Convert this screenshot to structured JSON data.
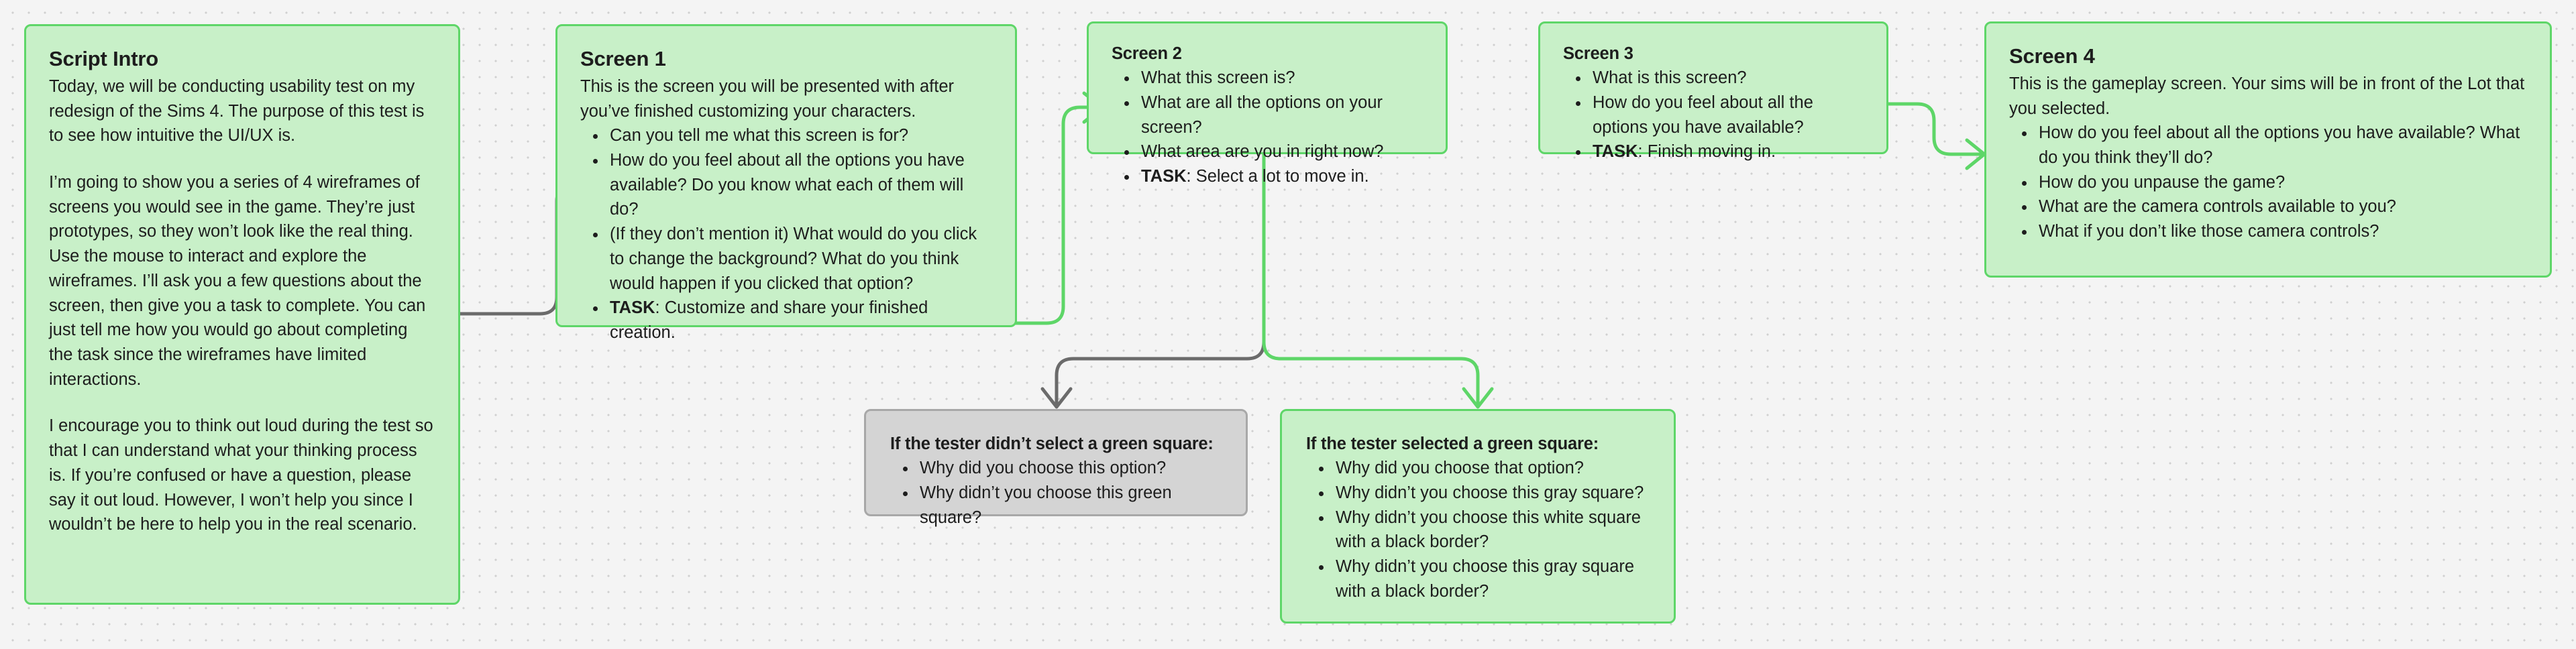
{
  "canvas": {
    "background_color": "#f4f4f4",
    "dot_color": "#d0d0d0"
  },
  "colors": {
    "green_fill": "#c8f0c8",
    "green_border": "#5ed668",
    "gray_fill": "#d4d4d4",
    "gray_border": "#a8a8a8",
    "text": "#1d1d1d",
    "connector_gray": "#6b6b6b",
    "connector_green": "#5ed668"
  },
  "nodes": {
    "script_intro": {
      "title": "Script Intro",
      "paragraph1": "Today, we will be conducting usability test on my redesign of the Sims 4. The purpose of this test is to see how intuitive the UI/UX is.",
      "paragraph2": "I’m going to show you a series of 4 wireframes of screens you would see in the game. They’re just prototypes, so they won’t look like the real thing. Use the mouse to interact and explore the wireframes. I’ll ask you a few questions about the screen, then give you a task to complete. You can just tell me how you would go about completing the task since the wireframes have limited interactions.",
      "paragraph3": "I encourage you to think out loud during the test so that I can understand what your thinking process is. If you’re confused or have a question, please say it out loud. However, I won’t help you since I wouldn’t be here to help you in the real scenario."
    },
    "screen1": {
      "title": "Screen 1",
      "intro": "This is the screen you will be presented with after you’ve finished customizing your characters.",
      "bullets": [
        {
          "text": "Can you tell me what this screen is for?"
        },
        {
          "text": "How do you feel about all the options you have available? Do you know what each of them will do?"
        },
        {
          "text": "(If they don’t mention it) What would do you click to change the background? What do you think would happen if you clicked that option?"
        },
        {
          "bold": "TASK",
          "text": ": Customize and share your finished creation."
        }
      ]
    },
    "screen2": {
      "title": "Screen 2",
      "bullets": [
        {
          "text": "What this screen is?"
        },
        {
          "text": "What are all the options on your screen?"
        },
        {
          "text": "What area are you in right now?"
        },
        {
          "bold": "TASK",
          "text": ": Select a lot to move in."
        }
      ]
    },
    "screen3": {
      "title": "Screen 3",
      "bullets": [
        {
          "text": "What is this screen?"
        },
        {
          "text": "How do you feel about all the options you have available?"
        },
        {
          "bold": "TASK",
          "text": ": Finish moving in."
        }
      ]
    },
    "screen4": {
      "title": "Screen 4",
      "intro": "This is the gameplay screen. Your sims will be in front of the Lot that you selected.",
      "bullets": [
        {
          "text": "How do you feel about all the options you have available? What do you think they’ll do?"
        },
        {
          "text": "How do you unpause the game?"
        },
        {
          "text": "What are the camera controls available to you?"
        },
        {
          "text": "What if you don’t like those camera controls?"
        }
      ]
    },
    "branch_no_green": {
      "title": "If the tester didn’t select a green square:",
      "bullets": [
        {
          "text": "Why did you choose this option?"
        },
        {
          "text": "Why didn’t you choose this green square?"
        }
      ]
    },
    "branch_green": {
      "title": "If the tester selected a green square:",
      "bullets": [
        {
          "text": "Why did you choose that option?"
        },
        {
          "text": "Why didn’t you choose this gray square?"
        },
        {
          "text": "Why didn’t you choose this white square with a black border?"
        },
        {
          "text": "Why didn’t you choose this gray square with a black border?"
        }
      ]
    }
  },
  "connectors": [
    {
      "name": "script-intro-to-screen1",
      "color": "#6b6b6b"
    },
    {
      "name": "screen1-to-screen2",
      "color": "#5ed668"
    },
    {
      "name": "screen2-to-branch-no-green",
      "color": "#6b6b6b"
    },
    {
      "name": "screen2-to-branch-green",
      "color": "#5ed668"
    },
    {
      "name": "screen3-to-screen4",
      "color": "#5ed668"
    }
  ]
}
